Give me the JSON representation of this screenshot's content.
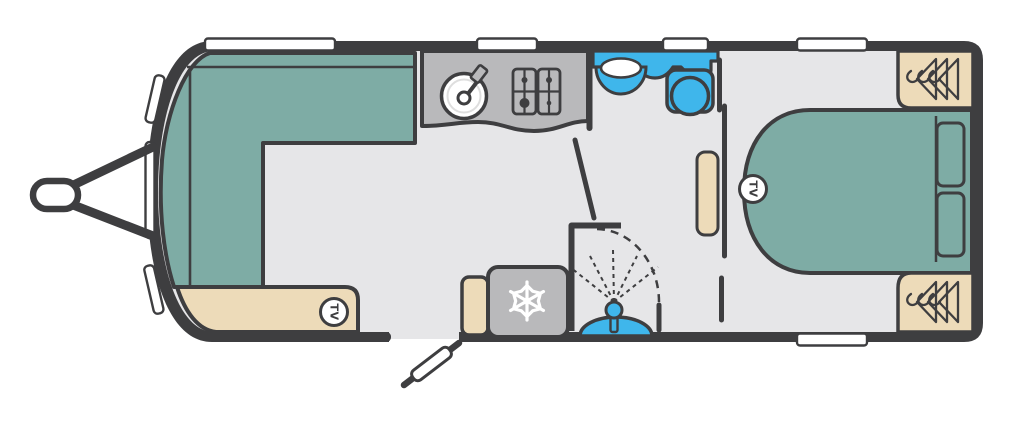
{
  "title": "Caravan floor plan",
  "labels": {
    "lounge_tv": "TV",
    "bedroom_tv": "TV"
  },
  "colors": {
    "wall": "#3E3E40",
    "floor": "#E6E6E8",
    "upholstery": "#7EACA5",
    "furniture_beige": "#EDDBB9",
    "appliance_grey": "#B9B9BB",
    "plumbing_blue": "#3FB6EB",
    "window_white": "#FFFFFF"
  },
  "areas": {
    "lounge": {
      "name": "front lounge",
      "items": [
        "l-shaped-sofa",
        "front-cabinet",
        "tv-point"
      ]
    },
    "kitchen": {
      "name": "kitchen",
      "items": [
        "worktop",
        "sink",
        "tap",
        "hob",
        "fridge",
        "cabinet"
      ]
    },
    "washroom": {
      "name": "washroom",
      "items": [
        "vanity",
        "basin",
        "toilet"
      ]
    },
    "shower": {
      "name": "shower cubicle",
      "items": [
        "shower-tray",
        "shower-head",
        "door-swing"
      ]
    },
    "bedroom": {
      "name": "island bed bedroom",
      "items": [
        "island-bed",
        "pillows",
        "wardrobe-top",
        "wardrobe-bottom",
        "bedside-shelf",
        "tv-point"
      ]
    },
    "exterior": {
      "name": "exterior",
      "items": [
        "tow-hitch",
        "a-frame",
        "entrance-door",
        "windows"
      ]
    }
  },
  "icons": [
    "sink-icon",
    "tap-icon",
    "hob-icon",
    "fridge-snowflake-icon",
    "basin-icon",
    "toilet-icon",
    "shower-head-icon",
    "shower-spray-icon",
    "wardrobe-hangers-icon",
    "tv-point-icon",
    "window-icon",
    "tow-hitch-icon"
  ]
}
